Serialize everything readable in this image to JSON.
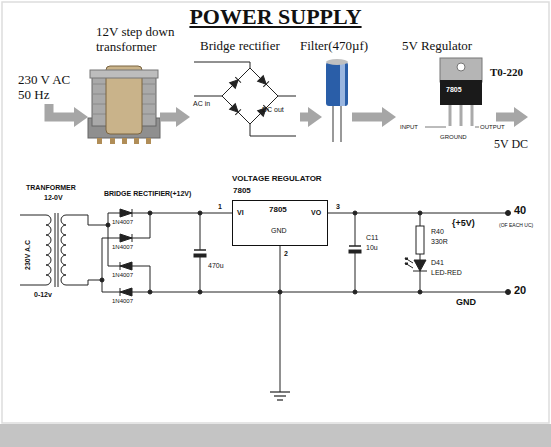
{
  "diagram": {
    "title": "POWER SUPPLY",
    "nodes": [
      {
        "text": [
          "230 V AC 50 Hz"
        ]
      },
      {
        "text": [
          "12V step down transformer"
        ]
      },
      {
        "text": [
          "Bridge rectifier",
          "AC in",
          "DC out"
        ]
      },
      {
        "text": [
          "Filter(470µf)"
        ]
      },
      {
        "text": [
          "5V Regulator",
          "7805",
          "INPUT",
          "OUTPUT",
          "GROUND"
        ]
      },
      {
        "text": [
          "7805",
          "VI",
          "7805",
          "VO",
          "GND"
        ]
      }
    ],
    "edges": [
      {
        "from": 0,
        "to": 1,
        "arrow": "to"
      },
      {
        "from": 1,
        "to": 2,
        "arrow": "to"
      },
      {
        "from": 2,
        "to": 3,
        "arrow": "to"
      },
      {
        "from": 3,
        "to": 4,
        "arrow": "to"
      }
    ],
    "labels": [
      "T0-220",
      "5V DC",
      "TRANFORMER",
      "12-0V",
      "230V A.C",
      "0-12v",
      "BRIDGE RECTIFIER(+12V)",
      "1N4007",
      "1N4007",
      "1N4007",
      "1N4007",
      "VOLTAGE REGULATOR",
      "1",
      "3",
      "2",
      "470u",
      "C11",
      "10u",
      "R40",
      "330R",
      "D41",
      "LED-RED",
      "{+5V)",
      "40",
      "(OF EACH UC)",
      "GND",
      "20"
    ]
  }
}
